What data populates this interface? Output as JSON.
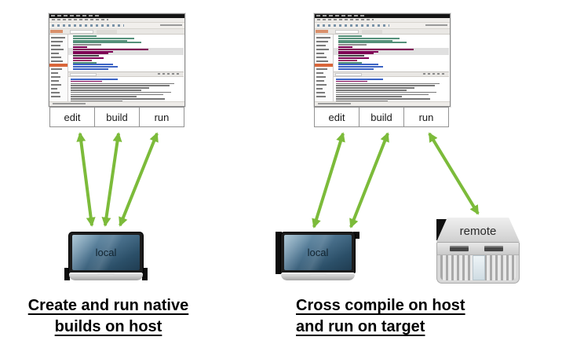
{
  "left_panel": {
    "workflow_boxes": [
      "edit",
      "build",
      "run"
    ],
    "host_label": "local",
    "caption": [
      "Create and run native",
      "builds on host"
    ]
  },
  "right_panel": {
    "workflow_boxes": [
      "edit",
      "build",
      "run"
    ],
    "host_label": "local",
    "target_label": "remote",
    "caption": [
      "Cross compile on host",
      "and run on target"
    ]
  },
  "icons": {
    "ide_screenshot": "eclipse-ide-window",
    "laptop": "laptop-computer",
    "server": "rack-server"
  },
  "colors": {
    "arrow_green": "#7cbb3a",
    "caption_text": "#000000",
    "box_border": "#929292",
    "tree_highlight_orange": "#d9663a",
    "laptop_screen_blue": "#4d7490"
  }
}
